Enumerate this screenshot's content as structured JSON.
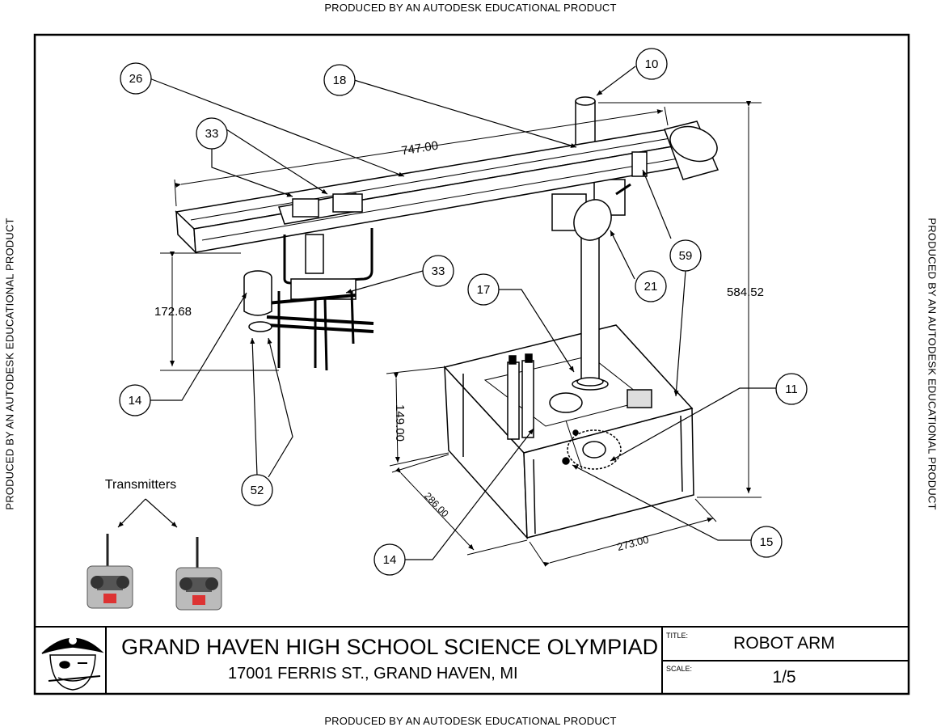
{
  "watermark": "PRODUCED BY AN AUTODESK EDUCATIONAL PRODUCT",
  "dimensions": {
    "overall_length": "747.00",
    "height": "584.52",
    "gripper_height": "172.68",
    "base_height": "149.00",
    "base_depth": "286.00",
    "base_width": "273.00"
  },
  "balloons": [
    "26",
    "18",
    "10",
    "33",
    "33",
    "17",
    "21",
    "59",
    "11",
    "14",
    "14",
    "52",
    "15"
  ],
  "transmitters_label": "Transmitters",
  "title_block": {
    "school": "GRAND HAVEN HIGH SCHOOL SCIENCE OLYMPIAD",
    "address": "17001 FERRIS ST., GRAND HAVEN, MI",
    "title_label": "TITLE:",
    "title": "ROBOT ARM",
    "scale_label": "SCALE:",
    "scale": "1/5"
  },
  "icons": [
    "pirate-logo",
    "radio-transmitter"
  ]
}
